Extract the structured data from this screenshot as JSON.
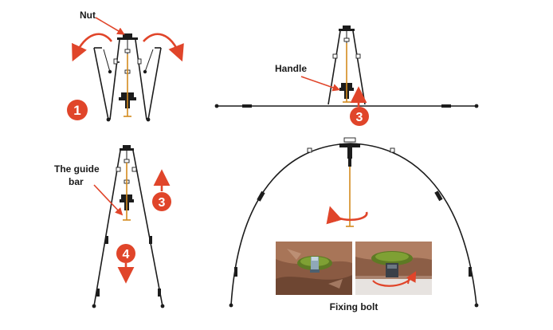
{
  "labels": {
    "nut": "Nut",
    "handle": "Handle",
    "guide_bar_line1": "The guide",
    "guide_bar_line2": "bar",
    "fixing_bolt": "Fixing bolt"
  },
  "steps": {
    "step1": "1",
    "step3_top": "3",
    "step3_mid": "3",
    "step4": "4"
  },
  "colors": {
    "accent": "#e0452a",
    "guide": "#d48a1e",
    "line": "#1c1c1c"
  }
}
